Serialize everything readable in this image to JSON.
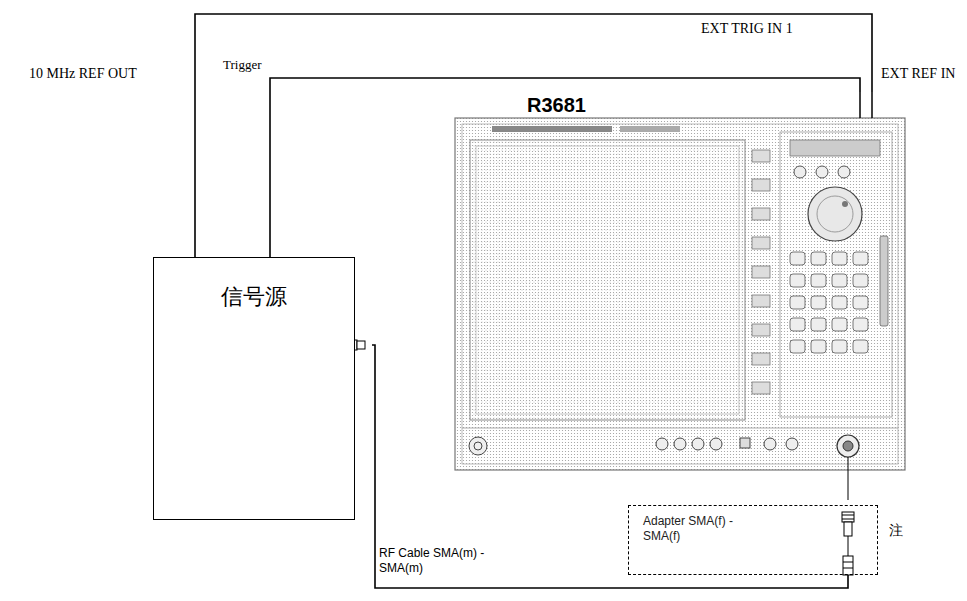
{
  "diagram": {
    "nodes": [
      {
        "text": [
          "信号源"
        ]
      },
      {
        "text": [
          "R3681"
        ]
      },
      {
        "text": [
          "Adapter SMA(f) - SMA(f)"
        ]
      }
    ],
    "edges": [
      {
        "from": 0,
        "to": 1,
        "arrow": "none"
      },
      {
        "from": 0,
        "to": 1,
        "label": "Trigger",
        "arrow": "none"
      },
      {
        "from": 0,
        "to": 2,
        "label": "RF Cable SMA(m) - SMA(m)",
        "arrow": "none"
      }
    ],
    "labels": [
      "10 MHz REF OUT",
      "EXT TRIG IN 1",
      "EXT REF IN",
      "注"
    ]
  }
}
